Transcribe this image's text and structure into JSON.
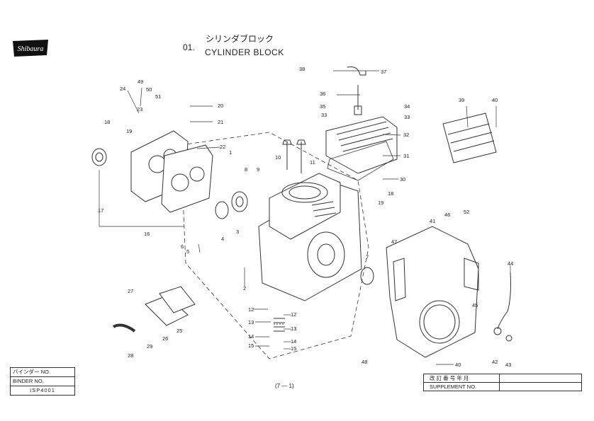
{
  "header": {
    "logo_text": "Shibaura",
    "section_number": "01.",
    "title_jp": "シリンダブロック",
    "title_en": "CYLINDER  BLOCK"
  },
  "callouts": [
    "1",
    "2",
    "3",
    "4",
    "5",
    "6",
    "7",
    "8",
    "9",
    "10",
    "11",
    "12",
    "13",
    "14",
    "15",
    "16",
    "17",
    "18",
    "19",
    "20",
    "21",
    "22",
    "23",
    "24",
    "25",
    "26",
    "27",
    "28",
    "29",
    "30",
    "31",
    "32",
    "33",
    "34",
    "35",
    "36",
    "37",
    "38",
    "39",
    "40",
    "41",
    "42",
    "43",
    "44",
    "45",
    "46",
    "47",
    "48",
    "49",
    "50",
    "51",
    "52"
  ],
  "binder": {
    "label_jp": "バインダー  NO.",
    "label_en": "BINDER  NO.",
    "value": "ISP4001"
  },
  "page_number": "(7 — 1)",
  "supplement": {
    "label_jp": "改 訂 番 号  年  月",
    "label_en": "SUPPLEMENT  NO."
  },
  "colors": {
    "line": "#333333",
    "background": "#ffffff"
  }
}
